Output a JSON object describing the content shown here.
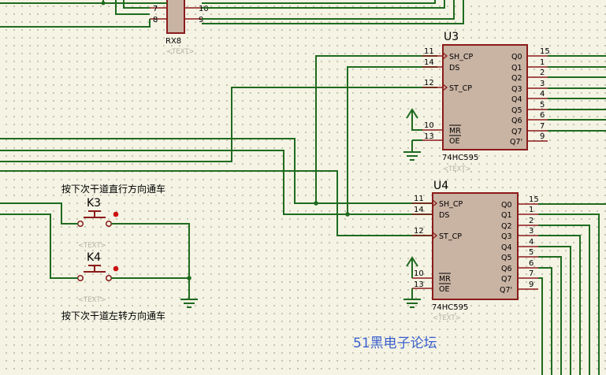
{
  "rx8": {
    "ref": "RX8",
    "text_hint": "<TEXT>",
    "rows": [
      {
        "left": "7",
        "right": "10"
      },
      {
        "left": "8",
        "right": "9"
      }
    ]
  },
  "u3": {
    "ref": "U3",
    "part": "74HC595",
    "text_hint": "<TEXT>",
    "left_pins": [
      {
        "num": "11",
        "name": "SH_CP"
      },
      {
        "num": "14",
        "name": "DS"
      },
      {
        "num": "12",
        "name": "ST_CP"
      },
      {
        "num": "10",
        "name": "MR"
      },
      {
        "num": "13",
        "name": "OE"
      }
    ],
    "right_pins": [
      {
        "name": "Q0",
        "num": "15"
      },
      {
        "name": "Q1",
        "num": "1"
      },
      {
        "name": "Q2",
        "num": "2"
      },
      {
        "name": "Q3",
        "num": "3"
      },
      {
        "name": "Q4",
        "num": "4"
      },
      {
        "name": "Q5",
        "num": "5"
      },
      {
        "name": "Q6",
        "num": "6"
      },
      {
        "name": "Q7",
        "num": "7"
      },
      {
        "name": "Q7'",
        "num": "9"
      }
    ]
  },
  "u4": {
    "ref": "U4",
    "part": "74HC595",
    "text_hint": "<TEXT>",
    "left_pins": [
      {
        "num": "11",
        "name": "SH_CP"
      },
      {
        "num": "14",
        "name": "DS"
      },
      {
        "num": "12",
        "name": "ST_CP"
      },
      {
        "num": "10",
        "name": "MR"
      },
      {
        "num": "13",
        "name": "OE"
      }
    ],
    "right_pins": [
      {
        "name": "Q0",
        "num": "15"
      },
      {
        "name": "Q1",
        "num": "1"
      },
      {
        "name": "Q2",
        "num": "2"
      },
      {
        "name": "Q3",
        "num": "3"
      },
      {
        "name": "Q4",
        "num": "4"
      },
      {
        "name": "Q5",
        "num": "5"
      },
      {
        "name": "Q6",
        "num": "6"
      },
      {
        "name": "Q7",
        "num": "7"
      },
      {
        "name": "Q7'",
        "num": "9"
      }
    ]
  },
  "k3": {
    "ref": "K3",
    "text_hint": "<TEXT>",
    "caption": "按下次干道直行方向通车"
  },
  "k4": {
    "ref": "K4",
    "text_hint": "<TEXT>",
    "caption": "按下次干道左转方向通车"
  },
  "watermark": "51黑电子论坛",
  "colors": {
    "background": "#f4f3e4",
    "wire": "#1f6b1f",
    "component_outline": "#8b1b1b",
    "chip_fill": "#c9b3a3",
    "switch_contact": "#cc1111",
    "watermark": "#3a5fcf"
  }
}
